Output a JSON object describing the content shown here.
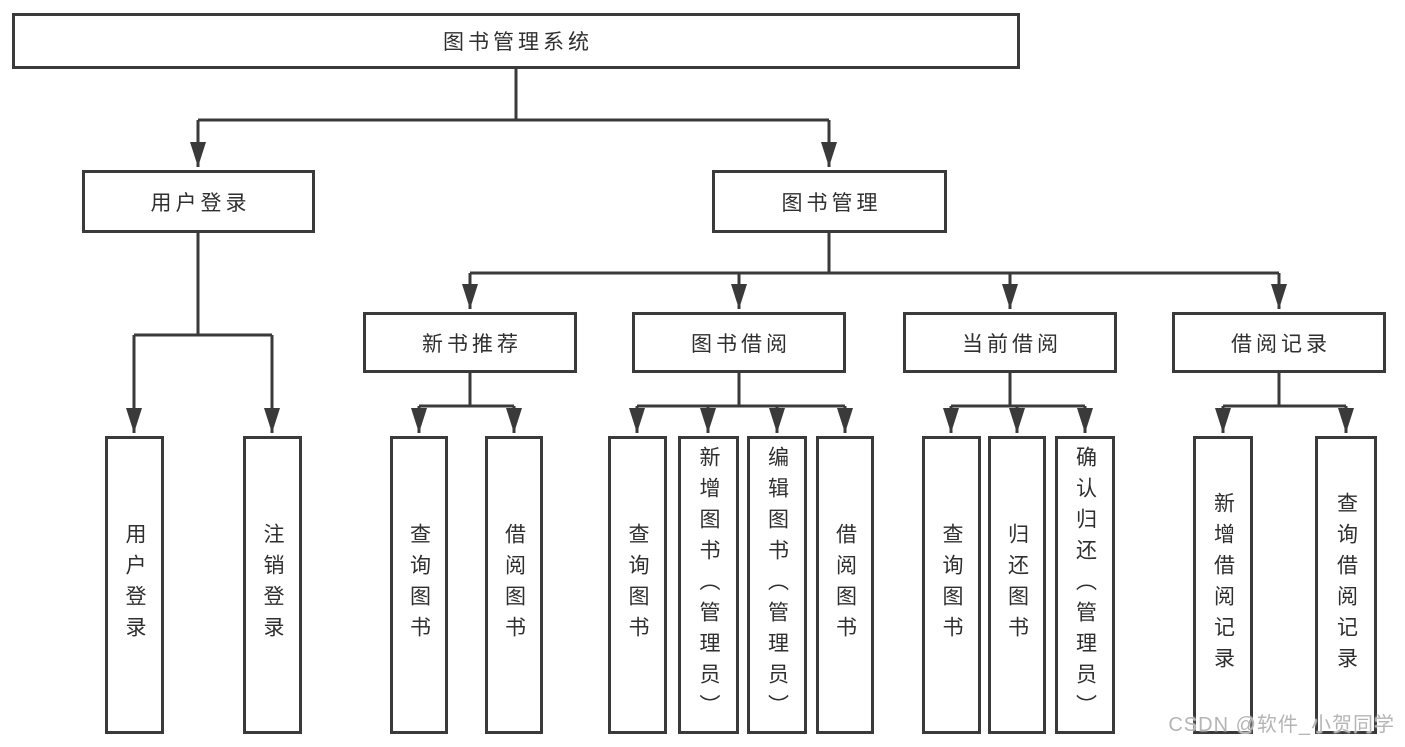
{
  "diagram": {
    "title": "图书管理系统",
    "root": {
      "label": "图书管理系统",
      "children": [
        {
          "label": "用户登录",
          "children": [
            {
              "label": "用户登录"
            },
            {
              "label": "注销登录"
            }
          ]
        },
        {
          "label": "图书管理",
          "children": [
            {
              "label": "新书推荐",
              "children": [
                {
                  "label": "查询图书"
                },
                {
                  "label": "借阅图书"
                }
              ]
            },
            {
              "label": "图书借阅",
              "children": [
                {
                  "label": "查询图书"
                },
                {
                  "label": "新增图书（管理员）"
                },
                {
                  "label": "编辑图书（管理员）"
                },
                {
                  "label": "借阅图书"
                }
              ]
            },
            {
              "label": "当前借阅",
              "children": [
                {
                  "label": "查询图书"
                },
                {
                  "label": "归还图书"
                },
                {
                  "label": "确认归还（管理员）"
                }
              ]
            },
            {
              "label": "借阅记录",
              "children": [
                {
                  "label": "新增借阅记录"
                },
                {
                  "label": "查询借阅记录"
                }
              ]
            }
          ]
        }
      ]
    },
    "colors": {
      "line": "#3a3a3a",
      "text": "#2f2f2f",
      "box_background": "#ffffff",
      "watermark": "#b5b5b5"
    }
  },
  "watermark": {
    "text": "CSDN @软件_小贺同学"
  }
}
